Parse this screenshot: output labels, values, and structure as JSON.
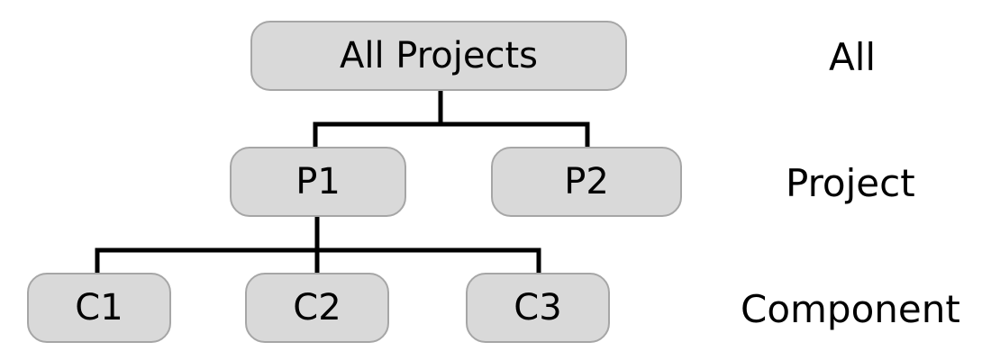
{
  "hierarchy": {
    "root": {
      "label": "All Projects"
    },
    "projects": [
      {
        "label": "P1"
      },
      {
        "label": "P2"
      }
    ],
    "components": [
      {
        "label": "C1"
      },
      {
        "label": "C2"
      },
      {
        "label": "C3"
      }
    ]
  },
  "levels": {
    "all": "All",
    "project": "Project",
    "component": "Component"
  },
  "colors": {
    "node_fill": "#d9d9d9",
    "node_border": "#a6a6a6",
    "connector": "#000000",
    "text": "#000000"
  }
}
